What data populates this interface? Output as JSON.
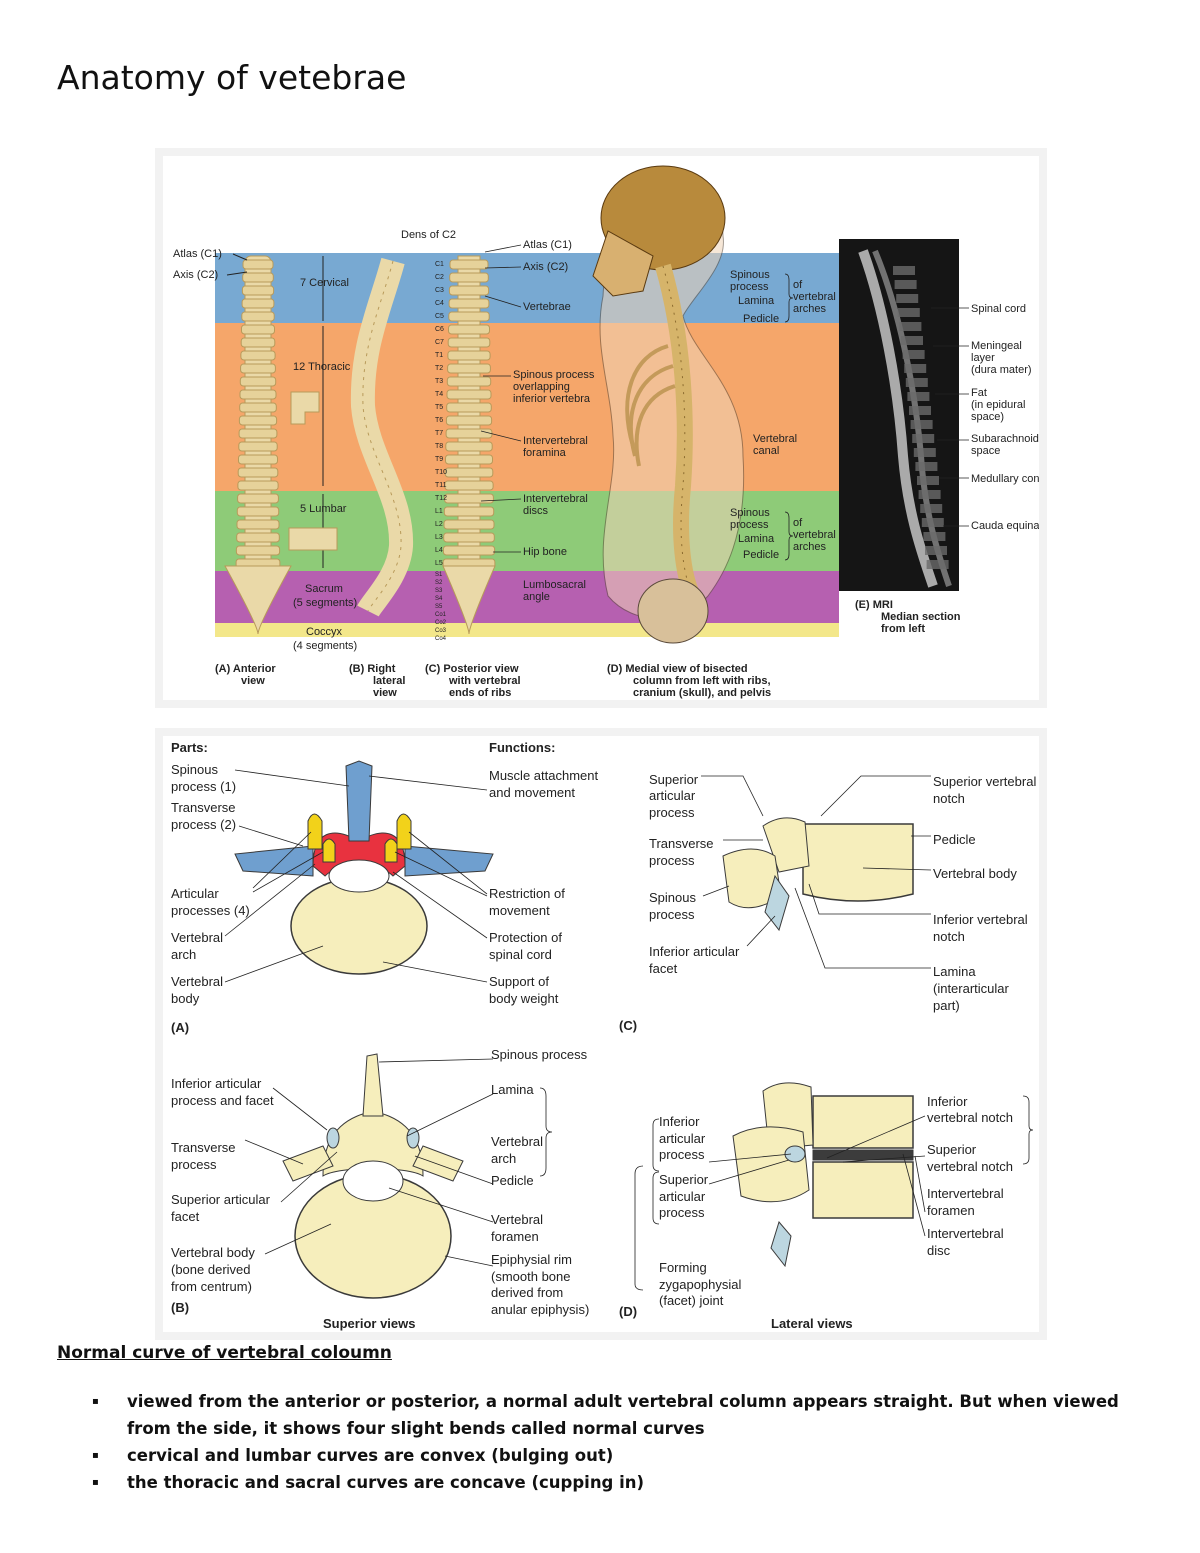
{
  "document": {
    "title": "Anatomy of vetebrae",
    "section_heading": "Normal curve of vertebral coloumn",
    "bullets": [
      "viewed from the anterior or posterior, a normal adult vertebral column appears straight. But when viewed from the side, it shows four slight bends called normal curves",
      "cervical and lumbar curves are convex (bulging out)",
      "the thoracic and sacral curves are concave (cupping in)"
    ],
    "bullet_marker": "▪"
  },
  "figure1": {
    "colors": {
      "cervical": "#78a9d2",
      "thoracic": "#f5a66a",
      "lumbar": "#8ecb78",
      "sacrum": "#b660b0",
      "coccyx": "#f3e78a",
      "bone": "#ead9a8",
      "bone_dark": "#b89a5a"
    },
    "regions": {
      "cervical": "7 Cervical",
      "thoracic": "12 Thoracic",
      "lumbar": "5 Lumbar",
      "sacrum": "Sacrum",
      "sacrum_sub": "(5 segments)",
      "coccyx": "Coccyx",
      "coccyx_sub": "(4 segments)"
    },
    "labels_left": {
      "atlas": "Atlas (C1)",
      "axis": "Axis (C2)",
      "dens": "Dens of C2"
    },
    "labels_center": {
      "atlas": "Atlas (C1)",
      "axis": "Axis (C2)",
      "vertebrae": "Vertebrae",
      "spinous_1": "Spinous process",
      "spinous_2": "overlapping",
      "spinous_3": "inferior vertebra",
      "ivf_1": "Intervertebral",
      "ivf_2": "foramina",
      "ivd_1": "Intervertebral",
      "ivd_2": "discs",
      "hip": "Hip bone",
      "ls_1": "Lumbosacral",
      "ls_2": "angle"
    },
    "labels_right": {
      "spinous_1": "Spinous",
      "spinous_2": "process",
      "lamina": "Lamina",
      "pedicle": "Pedicle",
      "of_arches_1": "of",
      "of_arches_2": "vertebral",
      "of_arches_3": "arches",
      "canal_1": "Vertebral",
      "canal_2": "canal"
    },
    "levels": [
      "C1",
      "C2",
      "C3",
      "C4",
      "C5",
      "C6",
      "C7",
      "T1",
      "T2",
      "T3",
      "T4",
      "T5",
      "T6",
      "T7",
      "T8",
      "T9",
      "T10",
      "T11",
      "T12",
      "L1",
      "L2",
      "L3",
      "L4",
      "L5",
      "S1",
      "S2",
      "S3",
      "S4",
      "S5",
      "Co1",
      "Co2",
      "Co3",
      "Co4"
    ],
    "mri_labels": {
      "spinal_cord": "Spinal cord",
      "meningeal_1": "Meningeal",
      "meningeal_2": "layer",
      "meningeal_3": "(dura mater)",
      "fat_1": "Fat",
      "fat_2": "(in epidural",
      "fat_3": "space)",
      "sub_1": "Subarachnoid",
      "sub_2": "space",
      "medullary": "Medullary cone",
      "cauda": "Cauda equina"
    },
    "captions": {
      "a_1": "(A)  Anterior",
      "a_2": "view",
      "b_1": "(B)  Right",
      "b_2": "lateral",
      "b_3": "view",
      "c_1": "(C)  Posterior view",
      "c_2": "with vertebral",
      "c_3": "ends of ribs",
      "d_1": "(D)  Medial view of bisected",
      "d_2": "column from left with ribs,",
      "d_3": "cranium (skull), and pelvis",
      "e_1": "(E)  MRI",
      "e_2": "Median section",
      "e_3": "from left"
    }
  },
  "figure2": {
    "colors": {
      "spinous": "#6f9fcf",
      "arch": "#e8323f",
      "articular": "#f2d21a",
      "bone": "#f6eebc",
      "outline": "#3a3a3a",
      "disc": "#3c3c3c",
      "facet": "#bcd6e0"
    },
    "panel_a": {
      "parts_heading": "Parts:",
      "functions_heading": "Functions:",
      "parts": [
        "Spinous",
        "process (1)",
        "Transverse",
        "process (2)",
        "Articular",
        "processes (4)",
        "Vertebral",
        "arch",
        "Vertebral",
        "body"
      ],
      "functions": [
        "Muscle attachment",
        "and movement",
        "Restriction of",
        "movement",
        "Protection of",
        "spinal cord",
        "Support of",
        "body weight"
      ],
      "tag": "(A)"
    },
    "panel_b": {
      "left": [
        "Inferior articular",
        "process and facet",
        "Transverse",
        "process",
        "Superior articular",
        "facet",
        "Vertebral body",
        "(bone derived",
        "from centrum)"
      ],
      "right": [
        "Spinous process",
        "Lamina",
        "Vertebral",
        "arch",
        "Pedicle",
        "Vertebral",
        "foramen",
        "Epiphysial rim",
        "(smooth bone",
        "derived from",
        "anular epiphysis)"
      ],
      "tag": "(B)",
      "footer": "Superior views"
    },
    "panel_c": {
      "left": [
        "Superior",
        "articular",
        "process",
        "Transverse",
        "process",
        "Spinous",
        "process",
        "Inferior articular",
        "facet"
      ],
      "right": [
        "Superior vertebral",
        "notch",
        "Pedicle",
        "Vertebral body",
        "Inferior vertebral",
        "notch",
        "Lamina",
        "(interarticular",
        "part)"
      ],
      "tag": "(C)"
    },
    "panel_d": {
      "left": [
        "Inferior",
        "articular",
        "process",
        "Superior",
        "articular",
        "process",
        "Forming",
        "zygapophysial",
        "(facet) joint"
      ],
      "right": [
        "Inferior",
        "vertebral notch",
        "Superior",
        "vertebral notch",
        "Intervertebral",
        "foramen",
        "Intervertebral",
        "disc"
      ],
      "tag": "(D)",
      "footer": "Lateral views"
    }
  }
}
